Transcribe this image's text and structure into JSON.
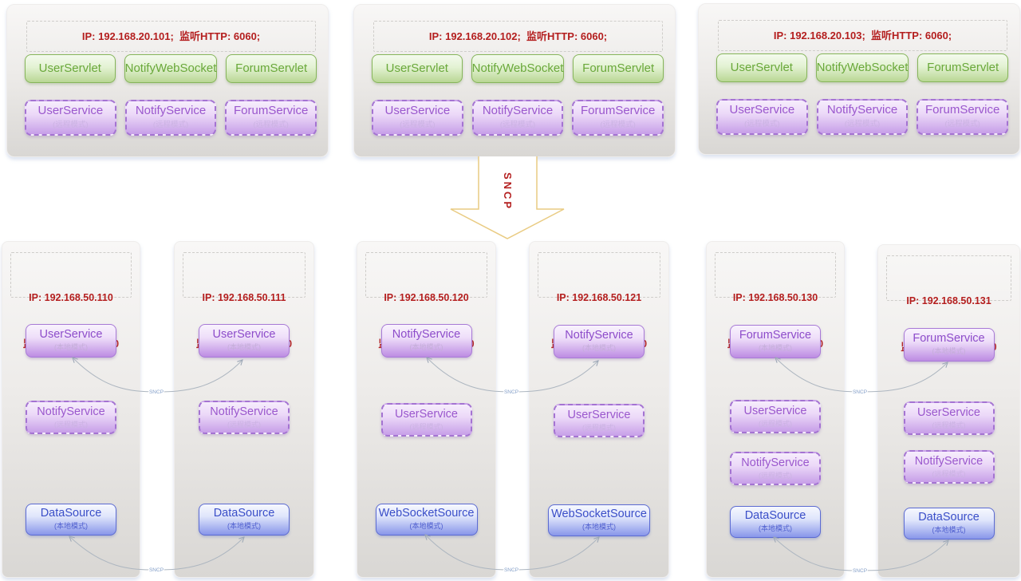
{
  "top_servers": [
    {
      "ip_line": "IP: 192.168.20.101;  监听HTTP: 6060;",
      "servlets": [
        "UserServlet",
        "NotifyWebSocket",
        "ForumServlet"
      ],
      "services": [
        {
          "name": "UserService",
          "mode": "(远程模式)"
        },
        {
          "name": "NotifyService",
          "mode": "(远程模式)"
        },
        {
          "name": "ForumService",
          "mode": "(远程模式)"
        }
      ]
    },
    {
      "ip_line": "IP: 192.168.20.102;  监听HTTP: 6060;",
      "servlets": [
        "UserServlet",
        "NotifyWebSocket",
        "ForumServlet"
      ],
      "services": [
        {
          "name": "UserService",
          "mode": "(远程模式)"
        },
        {
          "name": "NotifyService",
          "mode": "(远程模式)"
        },
        {
          "name": "ForumService",
          "mode": "(远程模式)"
        }
      ]
    },
    {
      "ip_line": "IP: 192.168.20.103;  监听HTTP: 6060;",
      "servlets": [
        "UserServlet",
        "NotifyWebSocket",
        "ForumServlet"
      ],
      "services": [
        {
          "name": "UserService",
          "mode": "(远程模式)"
        },
        {
          "name": "NotifyService",
          "mode": "(远程模式)"
        },
        {
          "name": "ForumService",
          "mode": "(远程模式)"
        }
      ]
    }
  ],
  "arrow_label": "SNCP",
  "link_label": "SNCP",
  "sncp_nodes": [
    {
      "ip_line1": "IP: 192.168.50.110",
      "ip_line2": "监听SNCP服务: 7070",
      "local": {
        "name": "UserService",
        "mode": "(本地模式)"
      },
      "remote1": {
        "name": "NotifyService",
        "mode": "(远程模式)"
      },
      "source": {
        "name": "DataSource",
        "mode": "(本地模式)"
      }
    },
    {
      "ip_line1": "IP: 192.168.50.111",
      "ip_line2": "监听SNCP服务: 7070",
      "local": {
        "name": "UserService",
        "mode": "(本地模式)"
      },
      "remote1": {
        "name": "NotifyService",
        "mode": "(远程模式)"
      },
      "source": {
        "name": "DataSource",
        "mode": "(本地模式)"
      }
    },
    {
      "ip_line1": "IP: 192.168.50.120",
      "ip_line2": "监听SNCP服务: 7070",
      "local": {
        "name": "NotifyService",
        "mode": "(本地模式)"
      },
      "remote1": {
        "name": "UserService",
        "mode": "(远程模式)"
      },
      "source": {
        "name": "WebSocketSource",
        "mode": "(本地模式)"
      }
    },
    {
      "ip_line1": "IP: 192.168.50.121",
      "ip_line2": "监听SNCP服务: 7070",
      "local": {
        "name": "NotifyService",
        "mode": "(本地模式)"
      },
      "remote1": {
        "name": "UserService",
        "mode": "(远程模式)"
      },
      "source": {
        "name": "WebSocketSource",
        "mode": "(本地模式)"
      }
    },
    {
      "ip_line1": "IP: 192.168.50.130",
      "ip_line2": "监听SNCP服务: 7070",
      "local": {
        "name": "ForumService",
        "mode": "(本地模式)"
      },
      "remote1": {
        "name": "UserService",
        "mode": "(远程模式)"
      },
      "remote2": {
        "name": "NotifyService",
        "mode": "(远程模式)"
      },
      "source": {
        "name": "DataSource",
        "mode": "(本地模式)"
      }
    },
    {
      "ip_line1": "IP: 192.168.50.131",
      "ip_line2": "监听SNCP服务: 7070",
      "local": {
        "name": "ForumService",
        "mode": "(本地模式)"
      },
      "remote1": {
        "name": "UserService",
        "mode": "(远程模式)"
      },
      "remote2": {
        "name": "NotifyService",
        "mode": "(远程模式)"
      },
      "source": {
        "name": "DataSource",
        "mode": "(本地模式)"
      }
    }
  ]
}
